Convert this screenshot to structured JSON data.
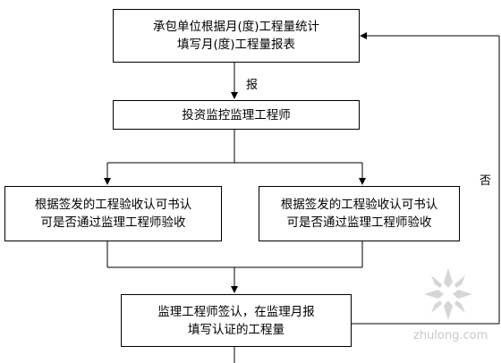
{
  "flowchart": {
    "box_top": {
      "line1": "承包单位根据月(度)工程量统计",
      "line2": "填写月(度)工程量报表"
    },
    "edge_report_label": "报",
    "box_supervisor": {
      "text": "投资监控监理工程师"
    },
    "box_left": {
      "line1": "根据签发的工程验收认可书认",
      "line2": "可是否通过监理工程师验收"
    },
    "box_right": {
      "line1": "根据签发的工程验收认可书认",
      "line2": "可是否通过监理工程师验收"
    },
    "edge_no_label": "否",
    "box_bottom": {
      "line1": "监理工程师签认，在监理月报",
      "line2": "填写认证的工程量"
    }
  },
  "watermark": {
    "text": "zhulong.com",
    "color": "#c8c8c8"
  }
}
